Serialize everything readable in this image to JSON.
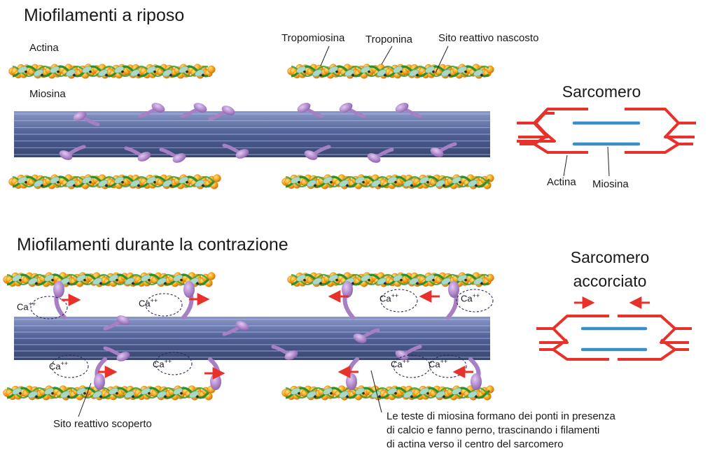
{
  "top": {
    "title": "Miofilamenti a riposo",
    "actina_label": "Actina",
    "miosina_label": "Miosina",
    "tropomiosina_label": "Tropomiosina",
    "troponina_label": "Troponina",
    "sito_nascosto_label": "Sito reattivo nascosto"
  },
  "bottom": {
    "title": "Miofilamenti durante la contrazione",
    "sito_scoperto_label": "Sito reattivo scoperto",
    "caption_line1": "Le teste di miosina formano dei ponti in presenza",
    "caption_line2": "di calcio e fanno perno, trascinando i filamenti",
    "caption_line3": "di actina verso il centro del sarcomero",
    "ion_base": "Ca",
    "ion_charge": "++"
  },
  "sarcomere": {
    "title": "Sarcomero",
    "actina_label": "Actina",
    "miosina_label": "Miosina"
  },
  "sarcomere_short": {
    "title_line1": "Sarcomero",
    "title_line2": "accorciato"
  },
  "colors": {
    "actin_bead": "#f2a21a",
    "actin_bead_dark": "#d77a06",
    "tropomyosin": "#2f8f2a",
    "troponin": "#a9d8c4",
    "myosin_rod": "#5a6a9c",
    "myosin_head": "#a77fc4",
    "sarcomere_actin": "#e8312a",
    "sarcomere_myosin": "#3a8fc6",
    "arrow": "#e8312a"
  }
}
